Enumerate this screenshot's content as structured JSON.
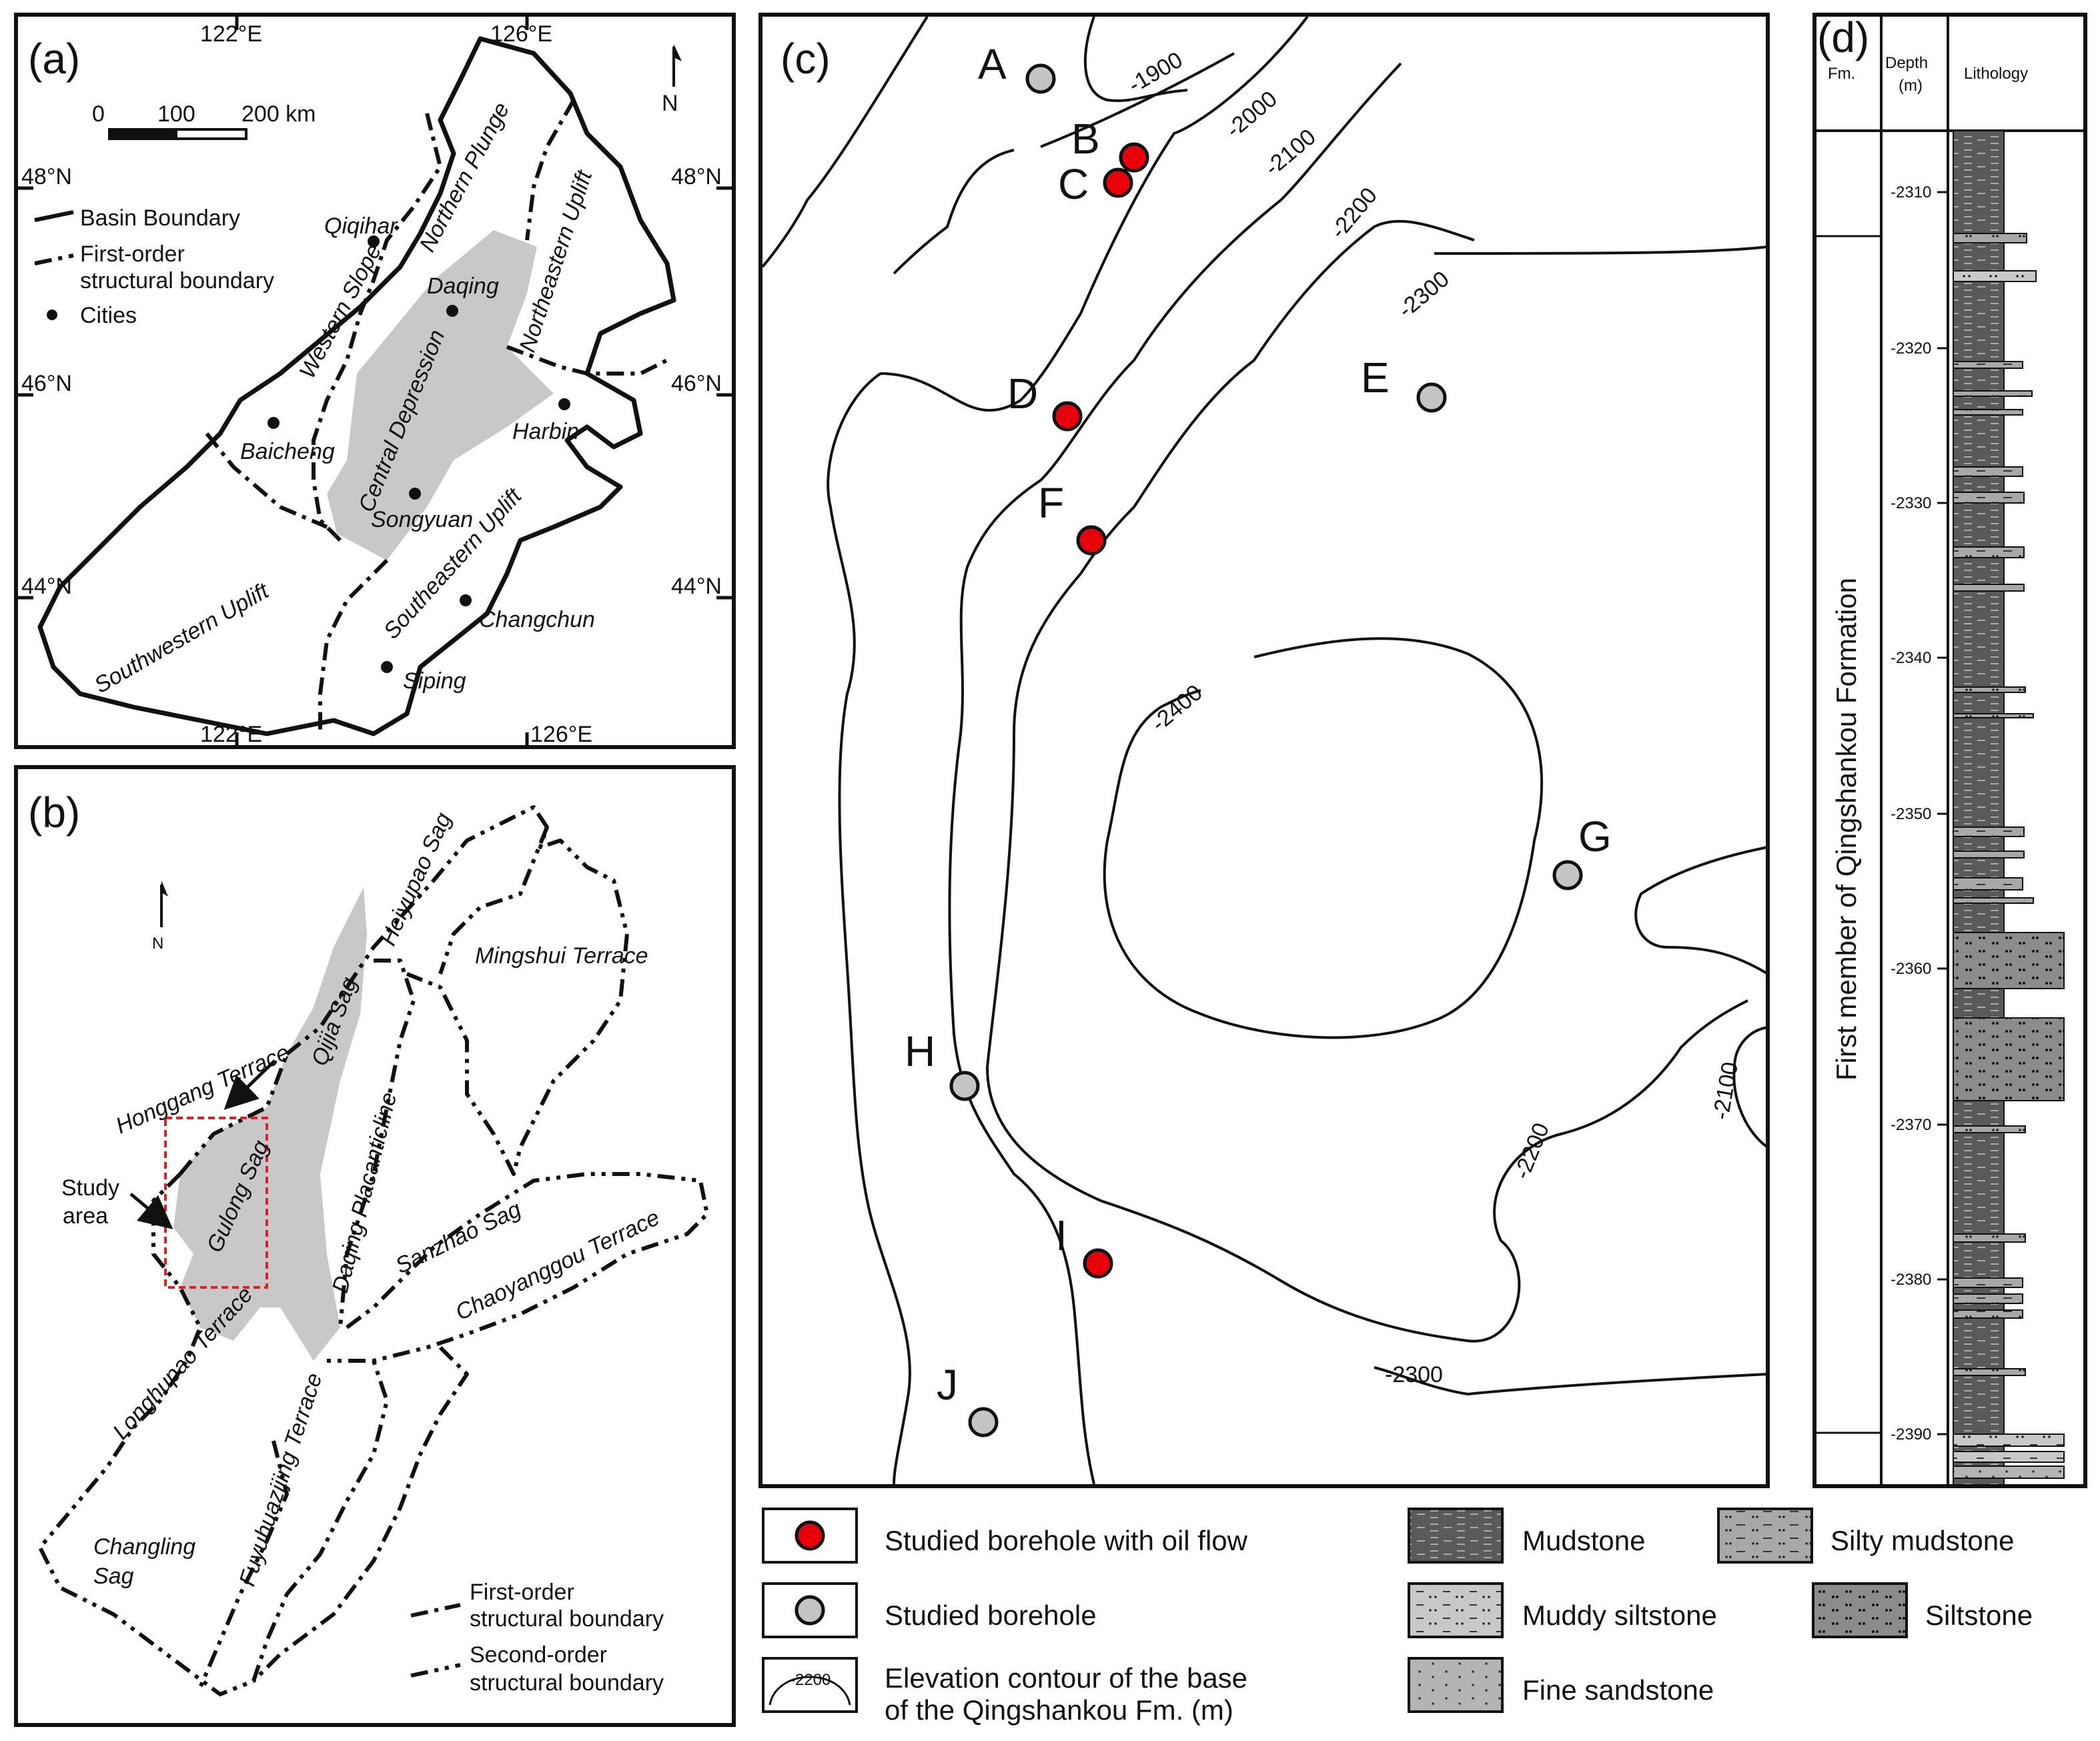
{
  "panel_a": {
    "label": "(a)",
    "lon_top": [
      "122°E",
      "126°E"
    ],
    "lon_bottom": [
      "122°E",
      "126°E"
    ],
    "lat_left": [
      "48°N",
      "46°N",
      "44°N"
    ],
    "lat_right": [
      "48°N",
      "46°N",
      "44°N"
    ],
    "north": "N",
    "scale": [
      "0",
      "100",
      "200 km"
    ],
    "legend": [
      {
        "label": "Basin Boundary"
      },
      {
        "label": "First-order"
      },
      {
        "label": "structural boundary"
      },
      {
        "label": "Cities"
      }
    ],
    "regions": [
      "Northern Plunge",
      "Northeastern Uplift",
      "Western Slope",
      "Central Depression",
      "Southeastern Uplift",
      "Southwestern Uplift"
    ],
    "cities": [
      "Qiqihar",
      "Daqing",
      "Baicheng",
      "Harbin",
      "Songyuan",
      "Changchun",
      "Siping"
    ]
  },
  "panel_b": {
    "label": "(b)",
    "north": "N",
    "units": [
      "Heiyupao Sag",
      "Mingshui Terrace",
      "Qijia Sag",
      "Honggang Terrace",
      "Daqing Placanticline",
      "Gulong Sag",
      "Sanzhao Sag",
      "Chaoyanggou Terrace",
      "Longhupao Terrace",
      "Fuyuhuazijing Terrace",
      "Changling",
      "Sag"
    ],
    "study_area": [
      "Study",
      "area"
    ],
    "legend": [
      "First-order",
      "structural boundary",
      "Second-order",
      "structural boundary"
    ]
  },
  "panel_c": {
    "label": "(c)",
    "contour_labels": [
      "-1900",
      "-2000",
      "-2100",
      "-2200",
      "-2300",
      "-2400",
      "-2200",
      "-2100",
      "-2300"
    ],
    "boreholes": [
      {
        "name": "A",
        "oil_flow": false
      },
      {
        "name": "B",
        "oil_flow": true
      },
      {
        "name": "C",
        "oil_flow": true
      },
      {
        "name": "D",
        "oil_flow": true
      },
      {
        "name": "E",
        "oil_flow": false
      },
      {
        "name": "F",
        "oil_flow": true
      },
      {
        "name": "G",
        "oil_flow": false
      },
      {
        "name": "H",
        "oil_flow": false
      },
      {
        "name": "I",
        "oil_flow": true
      },
      {
        "name": "J",
        "oil_flow": false
      }
    ]
  },
  "panel_d": {
    "label": "(d)",
    "headers": [
      "Fm.",
      "Depth",
      "(m)",
      "Lithology"
    ],
    "formation": "First member of Qingshankou Formation",
    "depth_ticks": [
      "-2310",
      "-2320",
      "-2330",
      "-2340",
      "-2350",
      "-2360",
      "-2370",
      "-2380",
      "-2390"
    ]
  },
  "legend": {
    "oil_borehole": "Studied borehole with oil flow",
    "borehole": "Studied borehole",
    "contour_sample": "-2200",
    "contour": [
      "Elevation contour of the base",
      "of the Qingshankou Fm. (m)"
    ],
    "mudstone": "Mudstone",
    "silty_mudstone": "Silty mudstone",
    "muddy_siltstone": "Muddy siltstone",
    "siltstone": "Siltstone",
    "fine_sandstone": "Fine sandstone"
  },
  "colors": {
    "oil": "#e8000b",
    "borehole": "#c4c4c4",
    "depression": "#c8c8c8",
    "study_box": "#e02020",
    "mudstone": "#555555"
  }
}
